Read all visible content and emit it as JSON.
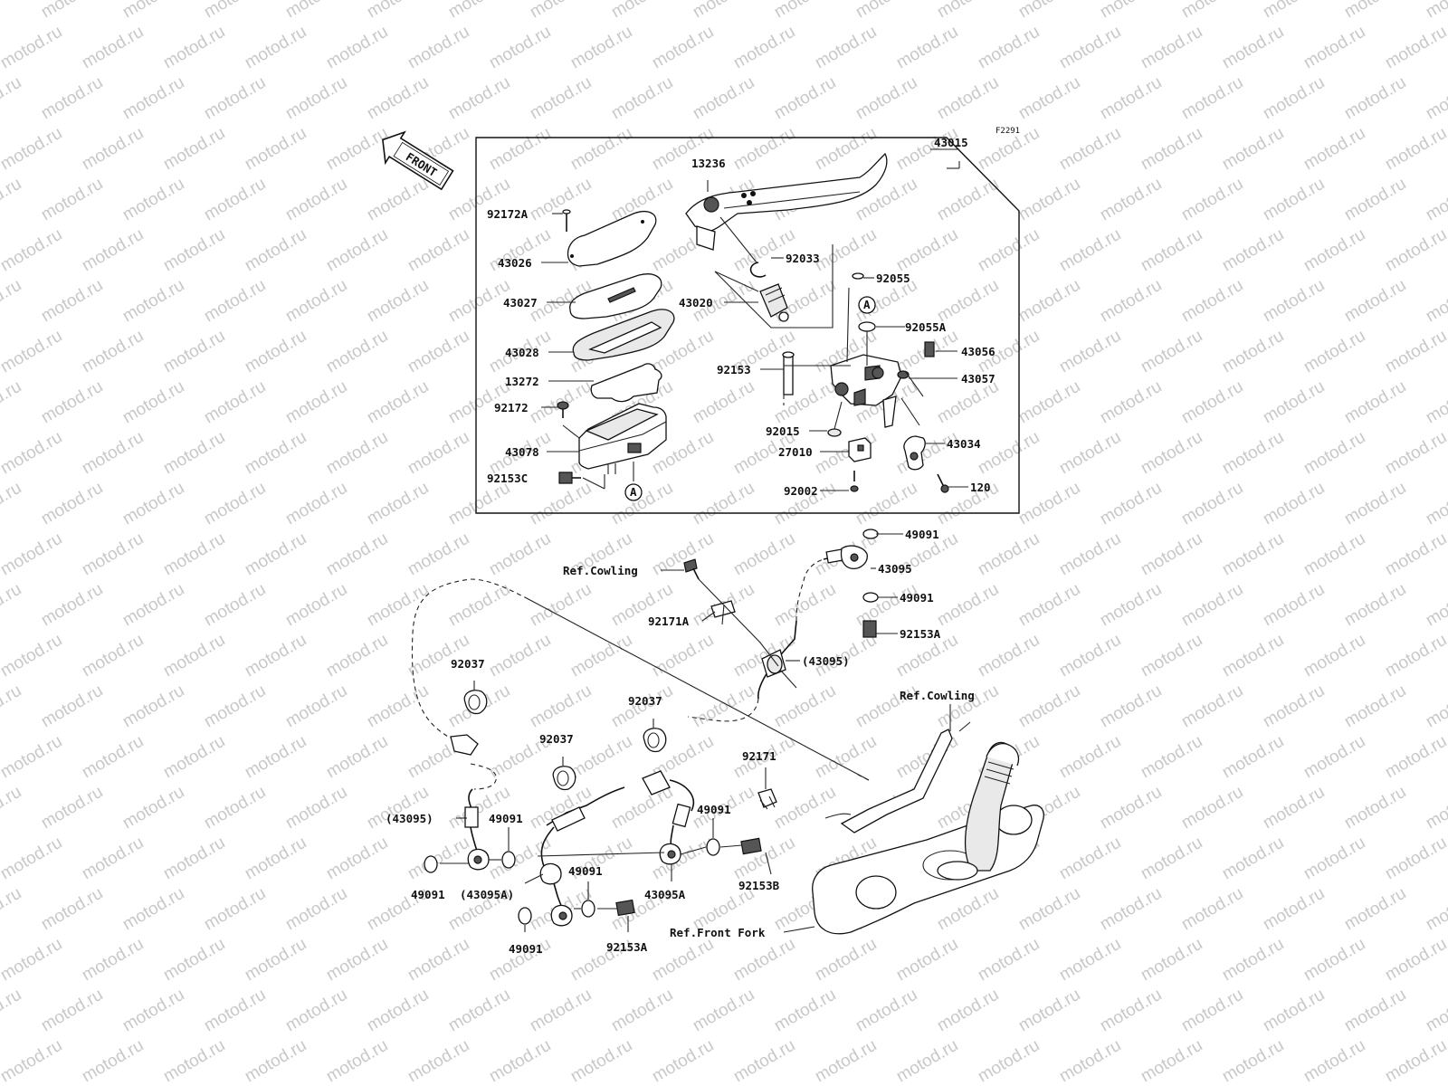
{
  "watermark": {
    "text": "motod.ru"
  },
  "diagram": {
    "figure_code": "F2291",
    "front_arrow": "FRONT",
    "circle_ref": "A",
    "labels": {
      "p43015": "43015",
      "p13236": "13236",
      "p92172A": "92172A",
      "p43026": "43026",
      "p92033": "92033",
      "p92055": "92055",
      "p43027": "43027",
      "p43020": "43020",
      "p92055A": "92055A",
      "p43028": "43028",
      "p43056": "43056",
      "p92153": "92153",
      "p43057": "43057",
      "p13272": "13272",
      "p92172": "92172",
      "p92015": "92015",
      "p43078": "43078",
      "p27010": "27010",
      "p43034": "43034",
      "p92153C": "92153C",
      "p92002": "92002",
      "p120": "120",
      "p49091_top": "49091",
      "ref_cowling_1": "Ref.Cowling",
      "p43095": "43095",
      "p49091_2": "49091",
      "p92171A": "92171A",
      "p92153A_1": "92153A",
      "p43095_paren_1": "(43095)",
      "p92037_1": "92037",
      "p92037_2": "92037",
      "ref_cowling_2": "Ref.Cowling",
      "p92037_3": "92037",
      "p92171": "92171",
      "p49091_3": "49091",
      "p43095_paren_2": "(43095)",
      "p49091_4": "49091",
      "p49091_5": "49091",
      "p43095A_paren": "(43095A)",
      "p49091_6": "49091",
      "p43095A": "43095A",
      "p92153B": "92153B",
      "p49091_7": "49091",
      "p92153A_2": "92153A",
      "ref_front_fork": "Ref.Front Fork"
    }
  },
  "colors": {
    "line": "#111111",
    "watermark": "#c8c8c8",
    "background": "#ffffff"
  }
}
